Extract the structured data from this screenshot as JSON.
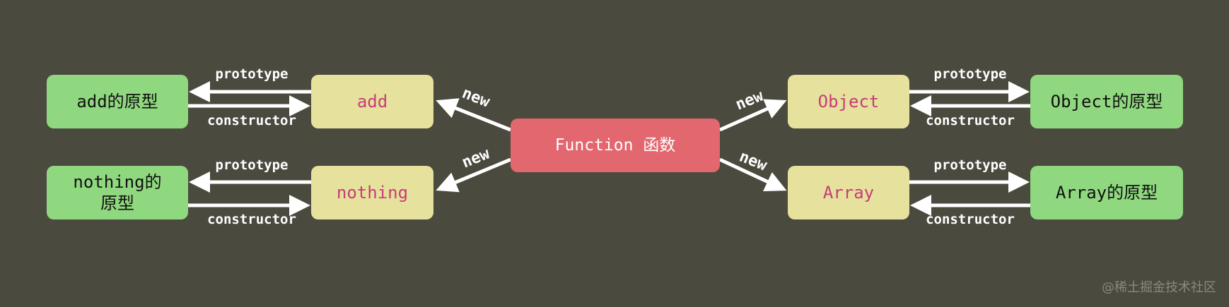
{
  "nodes": {
    "add_proto": "add的原型",
    "add": "add",
    "nothing_proto": "nothing的\n原型",
    "nothing": "nothing",
    "function": "Function 函数",
    "object": "Object",
    "object_proto": "Object的原型",
    "array": "Array",
    "array_proto": "Array的原型"
  },
  "edges": {
    "prototype": "prototype",
    "constructor": "constructor",
    "new": "new"
  },
  "watermark": "@稀土掘金技术社区",
  "colors": {
    "background": "#4b4a3f",
    "prototype_box": "#90d880",
    "constructor_box": "#e6e19c",
    "function_box": "#e2676e",
    "name_text": "#c63d7a"
  }
}
